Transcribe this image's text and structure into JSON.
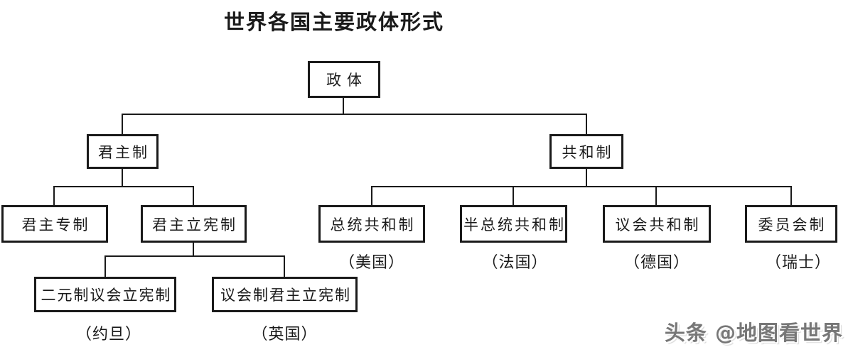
{
  "title": "世界各国主要政体形式",
  "watermark": "头条 @地图看世界",
  "nodes": {
    "root": {
      "label": "政体"
    },
    "monarchy": {
      "label": "君主制"
    },
    "republic": {
      "label": "共和制"
    },
    "absolute_monarchy": {
      "label": "君主专制"
    },
    "constitutional_monarchy": {
      "label": "君主立宪制"
    },
    "presidential_republic": {
      "label": "总统共和制",
      "country": "（美国）"
    },
    "semi_presidential_republic": {
      "label": "半总统共和制",
      "country": "（法国）"
    },
    "parliamentary_republic": {
      "label": "议会共和制",
      "country": "（德国）"
    },
    "council_system": {
      "label": "委员会制",
      "country": "（瑞士）"
    },
    "dual_system_constitutional": {
      "label": "二元制议会立宪制",
      "country": "（约旦）"
    },
    "parliamentary_constitutional_monarchy": {
      "label": "议会制君主立宪制",
      "country": "（英国）"
    }
  },
  "colors": {
    "line": "#1a1a1a",
    "background": "#ffffff",
    "watermark_gray": "#777777"
  }
}
